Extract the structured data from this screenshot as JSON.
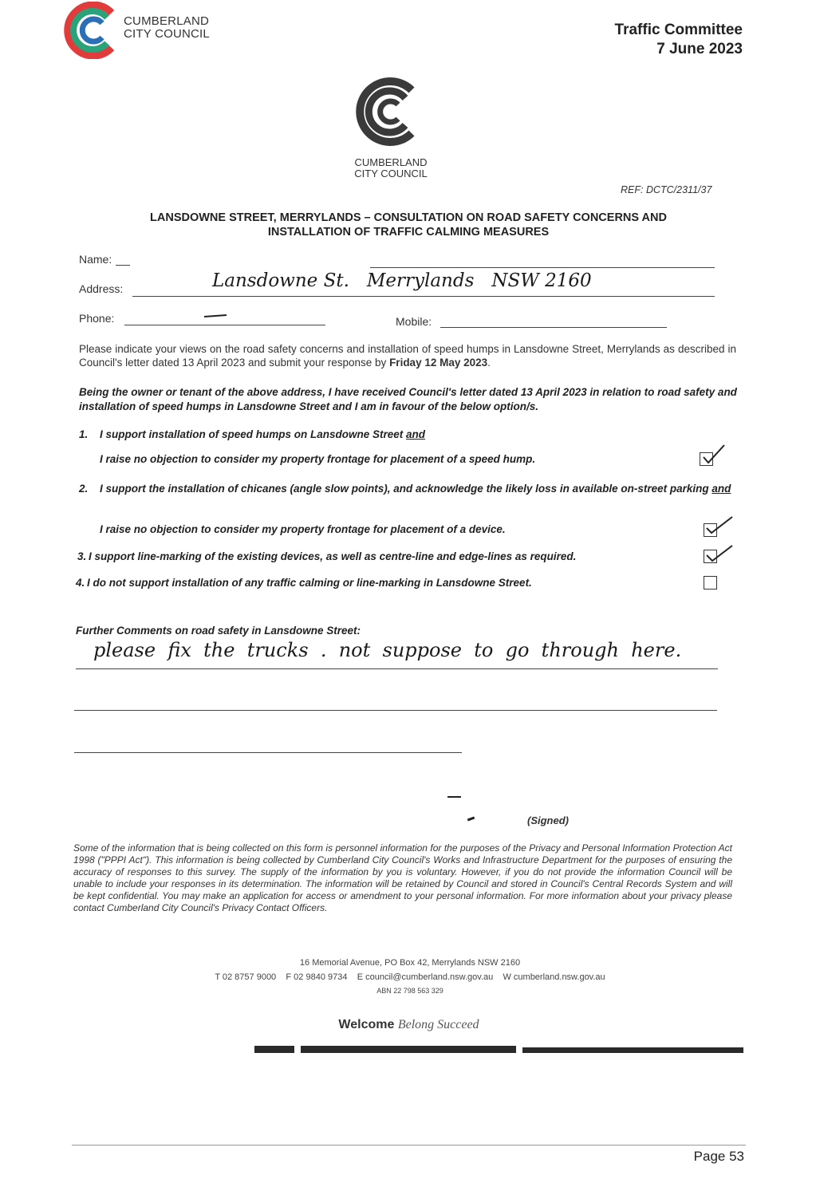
{
  "header": {
    "council_line1": "CUMBERLAND",
    "council_line2": "CITY COUNCIL",
    "committee": "Traffic Committee",
    "date": "7 June 2023"
  },
  "form": {
    "logo_line1": "CUMBERLAND",
    "logo_line2": "CITY COUNCIL",
    "ref": "REF: DCTC/2311/37",
    "title_line1": "LANSDOWNE STREET, MERRYLANDS – CONSULTATION ON ROAD SAFETY CONCERNS AND",
    "title_line2": "INSTALLATION OF TRAFFIC CALMING MEASURES",
    "name_label": "Name:",
    "address_label": "Address:",
    "address_value": "Lansdowne St.   Merrylands   NSW 2160",
    "phone_label": "Phone:",
    "mobile_label": "Mobile:",
    "instructions_a": "Please indicate your views on the road safety concerns and installation of speed humps in Lansdowne Street, Merrylands as described in Council's letter dated 13 April 2023 and submit your response by ",
    "instructions_deadline": "Friday 12 May 2023",
    "instructions_end": ".",
    "declaration": "Being the owner or tenant of the above address, I have received Council's letter dated 13 April 2023 in relation to road safety and installation of speed humps in Lansdowne Street and I am in favour of the below option/s.",
    "options": [
      {
        "num": "1.",
        "text_a": "I support installation of speed humps on Lansdowne Street ",
        "text_u": "and",
        "sub": "I raise no objection to consider my property frontage for placement of a speed hump.",
        "checked": true
      },
      {
        "num": "2.",
        "text_a": "I support the installation of chicanes (angle slow points), and acknowledge the likely loss in available on-street parking ",
        "text_u": "and",
        "sub": "I raise no objection to consider my property frontage for placement of a device.",
        "checked": true
      },
      {
        "num": "3.",
        "text_a": "I support line-marking of the existing devices, as well as centre-line and edge-lines as required.",
        "checked": true
      },
      {
        "num": "4.",
        "text_a": "I do not support installation of any traffic calming or line-marking in Lansdowne Street.",
        "checked": false
      }
    ],
    "comments_label": "Further Comments on road safety in Lansdowne Street:",
    "comments_value": "please  fix  the  trucks  .  not  suppose  to  go  through  here.",
    "signed_label": "(Signed)",
    "privacy": "Some of the information that is being collected on this form is personnel information for the purposes of the Privacy and Personal Information Protection Act 1998 (\"PPPI Act\"). This information is being collected by Cumberland City Council's Works and Infrastructure Department for the purposes of ensuring the accuracy of responses to this survey. The supply of the information by you is voluntary. However, if you do not provide the information Council will be unable to include your responses in its determination. The information will be retained by Council and stored in Council's Central Records System and will be kept confidential. You may make an application for access or amendment to your personal information. For more information about your privacy please contact Cumberland City Council's Privacy Contact Officers.",
    "footer_address": "16 Memorial Avenue, PO Box 42, Merrylands NSW 2160",
    "footer_contacts": "T 02 8757 9000    F 02 9840 9734    E council@cumberland.nsw.gov.au    W cumberland.nsw.gov.au",
    "footer_abn": "ABN 22 798 563 329",
    "slogan_bold": "Welcome",
    "slogan_rest": "Belong Succeed"
  },
  "page": {
    "label": "Page 53"
  },
  "colors": {
    "logo_red": "#e23b3b",
    "logo_green": "#2aa37a",
    "logo_blue": "#2b6fb6",
    "logo_grey": "#3a3a3a"
  }
}
